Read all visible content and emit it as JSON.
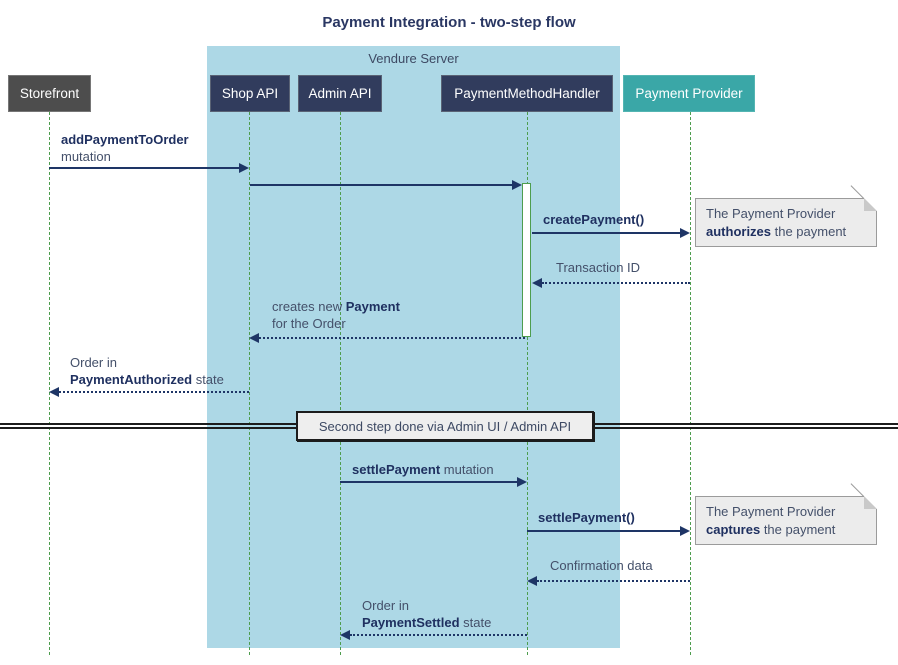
{
  "title": "Payment Integration - two-step flow",
  "colors": {
    "server_bg": "#ADD8E6",
    "participant_bg": "#313C5D",
    "storefront_bg": "#4D4D4D",
    "provider_bg": "#3AA7A7",
    "arrow": "#1E3566",
    "lifeline": "#4E9D4E",
    "note_bg": "#ECECEC",
    "note_border": "#9B9B9B",
    "divider_bg": "#EEEEEE",
    "text_bold": "#1F3060",
    "text_regular": "#44506A",
    "title_color": "#2A3763"
  },
  "server_group": {
    "label": "Vendure Server"
  },
  "participants": {
    "storefront": "Storefront",
    "shop_api": "Shop API",
    "admin_api": "Admin API",
    "payment_method_handler": "PaymentMethodHandler",
    "payment_provider": "Payment Provider"
  },
  "messages": {
    "add_payment": {
      "bold": "addPaymentToOrder",
      "line2": "mutation"
    },
    "create_payment": {
      "bold": "createPayment()"
    },
    "transaction_id": {
      "text": "Transaction ID"
    },
    "creates_payment": {
      "line1_pre": "creates new ",
      "line1_bold": "Payment",
      "line2": "for the Order"
    },
    "order_authorized": {
      "line1": "Order in",
      "line2_bold": "PaymentAuthorized",
      "line2_rest": " state"
    },
    "settle_mutation": {
      "bold": "settlePayment",
      "rest": " mutation"
    },
    "settle_call": {
      "bold": "settlePayment()"
    },
    "confirmation": {
      "text": "Confirmation data"
    },
    "order_settled": {
      "line1": "Order in",
      "line2_bold": "PaymentSettled",
      "line2_rest": " state"
    }
  },
  "notes": {
    "authorize": {
      "line1": "The Payment Provider",
      "line2_bold": "authorizes",
      "line2_rest": " the payment"
    },
    "capture": {
      "line1": "The Payment Provider",
      "line2_bold": "captures",
      "line2_rest": " the payment"
    }
  },
  "divider": {
    "label": "Second step done via Admin UI / Admin API"
  }
}
